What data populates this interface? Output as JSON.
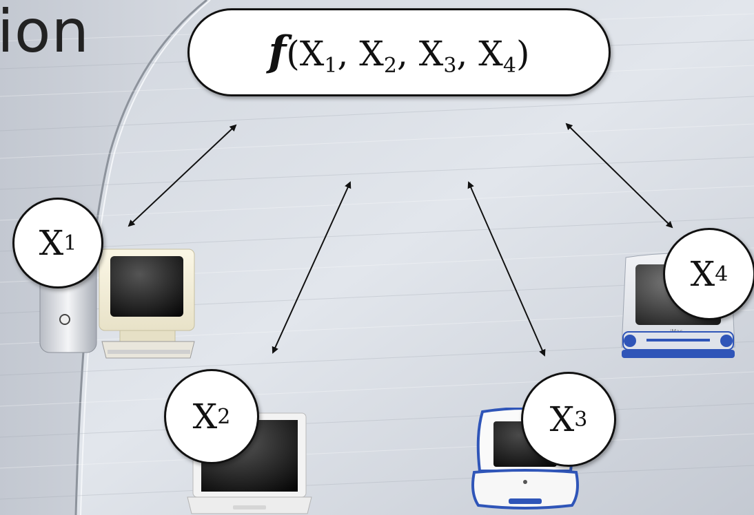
{
  "title_fragment": "ion",
  "function": {
    "symbol": "f",
    "open": "(",
    "args": [
      {
        "base": "X",
        "sub": "1"
      },
      {
        "base": "X",
        "sub": "2"
      },
      {
        "base": "X",
        "sub": "3"
      },
      {
        "base": "X",
        "sub": "4"
      }
    ],
    "separator": ", ",
    "close": ")"
  },
  "nodes": [
    {
      "base": "X",
      "sub": "1",
      "machine": "desktop-tower-with-crt-monitor"
    },
    {
      "base": "X",
      "sub": "2",
      "machine": "white-laptop"
    },
    {
      "base": "X",
      "sub": "3",
      "machine": "blue-clamshell-laptop"
    },
    {
      "base": "X",
      "sub": "4",
      "machine": "blue-all-in-one-computer"
    }
  ],
  "imac_badge": "iMac",
  "colors": {
    "outline": "#111111",
    "background_light": "#dfe3ea",
    "background_dark": "#b9bfc9",
    "machine_blue": "#2f55b8"
  }
}
